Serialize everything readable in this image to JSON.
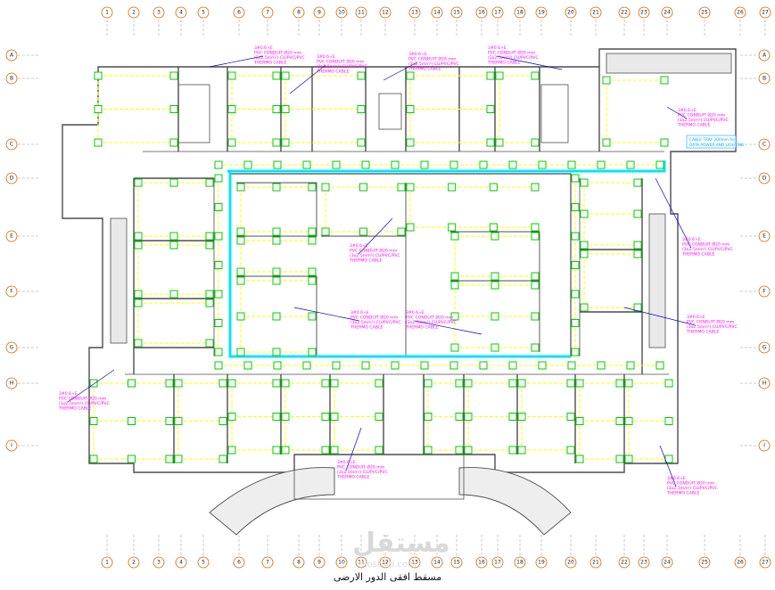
{
  "drawing": {
    "caption": "مسقط افقى الدور الارضى",
    "watermark": "مستقل",
    "watermark_sub": "mostaql.com",
    "colors": {
      "wall": "#4d4d4d",
      "light_fixture": "#00cc00",
      "conduit": "#ffff00",
      "trunk": "#00e5ff",
      "annotation": "#ff00ff",
      "grid_bubble": "#cc6600",
      "leader": "#0000cc"
    },
    "grid_columns_top": [
      "1",
      "2",
      "3",
      "4",
      "5",
      "6",
      "7",
      "8",
      "9",
      "10",
      "11",
      "12",
      "13",
      "14",
      "15",
      "16",
      "17",
      "18",
      "19",
      "20",
      "21",
      "22",
      "23",
      "24",
      "25",
      "26",
      "27"
    ],
    "grid_columns_bottom": [
      "1",
      "2",
      "3",
      "4",
      "5",
      "6",
      "7",
      "8",
      "9",
      "10",
      "11",
      "12",
      "13",
      "14",
      "15",
      "16",
      "17",
      "18",
      "19",
      "20",
      "21",
      "22",
      "23",
      "24",
      "25",
      "26",
      "27"
    ],
    "grid_rows_left": [
      "A",
      "B",
      "C",
      "D",
      "E",
      "F",
      "G",
      "H",
      "I"
    ],
    "grid_rows_right": [
      "A",
      "B",
      "C",
      "D",
      "E",
      "F",
      "G",
      "H",
      "I"
    ],
    "notes": [
      {
        "line1": "3#0.6+E",
        "line2": "PVC CONDUIT Ø20 mm",
        "line3": "(3x2.5mm²) CU/PVC/PVC",
        "line4": "THERMO CABLE"
      },
      {
        "line1": "3#0.6+E",
        "line2": "PVC CONDUIT Ø20 mm",
        "line3": "(3x2.5mm²) CU/PVC/PVC",
        "line4": "THERMO CABLE"
      },
      {
        "line1": "3#0.6+E",
        "line2": "PVC CONDUIT Ø20 mm",
        "line3": "(3x2.5mm²) CU/PVC/PVC",
        "line4": "THERMO CABLE"
      },
      {
        "line1": "3#0.6+E",
        "line2": "PVC CONDUIT Ø20 mm",
        "line3": "(3x2.5mm²) CU/PVC/PVC",
        "line4": "THERMO CABLE"
      },
      {
        "line1": "3#0.6+E",
        "line2": "PVC CONDUIT Ø20 mm",
        "line3": "(3x2.5mm²) CU/PVC/PVC",
        "line4": "THERMO CABLE"
      },
      {
        "line1": "3#0.6+E",
        "line2": "PVC CONDUIT Ø20 mm",
        "line3": "(3x2.5mm²) CU/PVC/PVC",
        "line4": "THERMO CABLE"
      },
      {
        "line1": "3#0.6+E",
        "line2": "PVC CONDUIT Ø20 mm",
        "line3": "(3x2.5mm²) CU/PVC/PVC",
        "line4": "THERMO CABLE"
      },
      {
        "line1": "3#0.6+E",
        "line2": "PVC CONDUIT Ø20 mm",
        "line3": "(3x2.5mm²) CU/PVC/PVC",
        "line4": "THERMO CABLE"
      },
      {
        "line1": "3#0.6+E",
        "line2": "PVC CONDUIT Ø20 mm",
        "line3": "(3x2.5mm²) CU/PVC/PVC",
        "line4": "THERMO CABLE"
      },
      {
        "line1": "3#0.6+E",
        "line2": "PVC CONDUIT Ø20 mm",
        "line3": "(3x2.5mm²) CU/PVC/PVC",
        "line4": "THERMO CABLE"
      },
      {
        "line1": "3#0.6+E",
        "line2": "PVC CONDUIT Ø20 mm",
        "line3": "(3x2.5mm²) CU/PVC/PVC",
        "line4": "THERMO CABLE"
      },
      {
        "line1": "3#0.6+E",
        "line2": "PVC CONDUIT Ø20 mm",
        "line3": "(3x2.5mm²) CU/PVC/PVC",
        "line4": "THERMO CABLE"
      },
      {
        "line1": "3#0.6+E",
        "line2": "PVC CONDUIT Ø20 mm",
        "line3": "(3x2.5mm²) CU/PVC/PVC",
        "line4": "THERMO CABLE"
      }
    ],
    "panel_note": {
      "line1": "CABLE TRAY 300mm for",
      "line2": "DATA POWER AND LIGHTING"
    }
  }
}
